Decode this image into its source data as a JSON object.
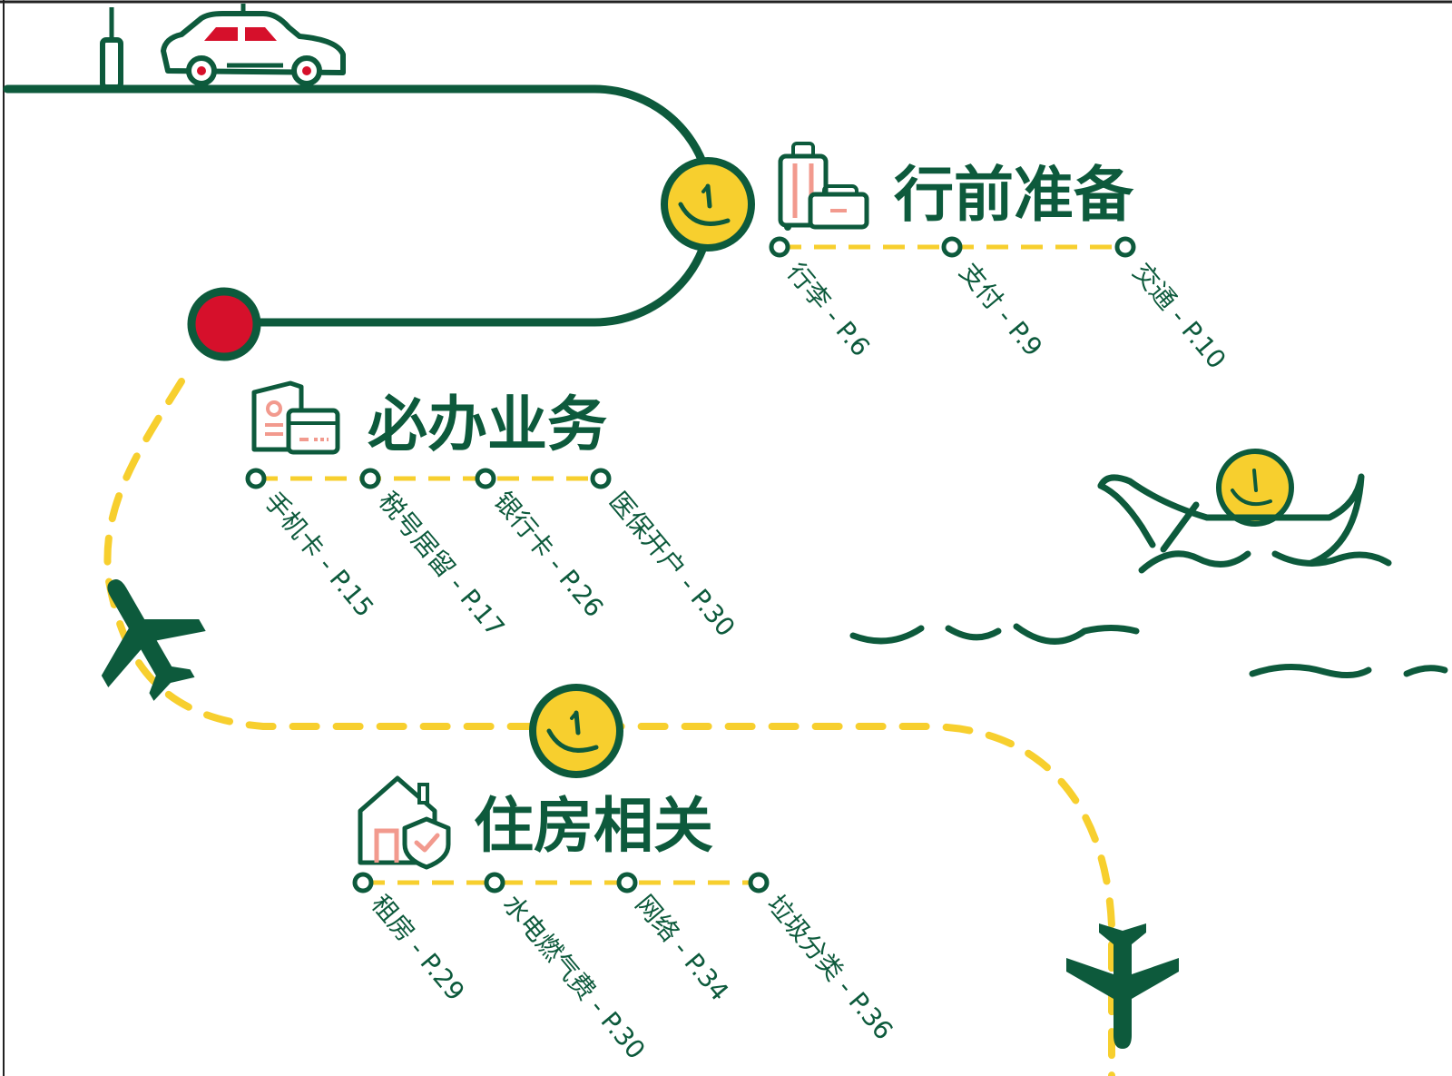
{
  "colors": {
    "green": "#0d5a3c",
    "yellow": "#f7cf2e",
    "red": "#d6102b",
    "pink": "#f29a8e",
    "white": "#ffffff"
  },
  "sections": [
    {
      "id": "pre-departure",
      "title": "行前准备",
      "icon": "luggage-icon",
      "items": [
        {
          "label": "行李 - P.6"
        },
        {
          "label": "支付 - P.9"
        },
        {
          "label": "交通 - P.10"
        }
      ]
    },
    {
      "id": "essential-business",
      "title": "必办业务",
      "icon": "id-card-icon",
      "items": [
        {
          "label": "手机卡 - P.15"
        },
        {
          "label": "税号居留 - P.17"
        },
        {
          "label": "银行卡 - P.26"
        },
        {
          "label": "医保开户 - P.30"
        }
      ]
    },
    {
      "id": "housing",
      "title": "住房相关",
      "icon": "house-shield-icon",
      "items": [
        {
          "label": "租房 - P.29"
        },
        {
          "label": "水电燃气费 - P.30"
        },
        {
          "label": "网络 - P.34"
        },
        {
          "label": "垃圾分类 - P.36"
        }
      ]
    }
  ],
  "decor": [
    "car-icon",
    "street-lamp-icon",
    "smiley-coin-icon",
    "airplane-icon",
    "boat-icon",
    "wave-icon"
  ]
}
